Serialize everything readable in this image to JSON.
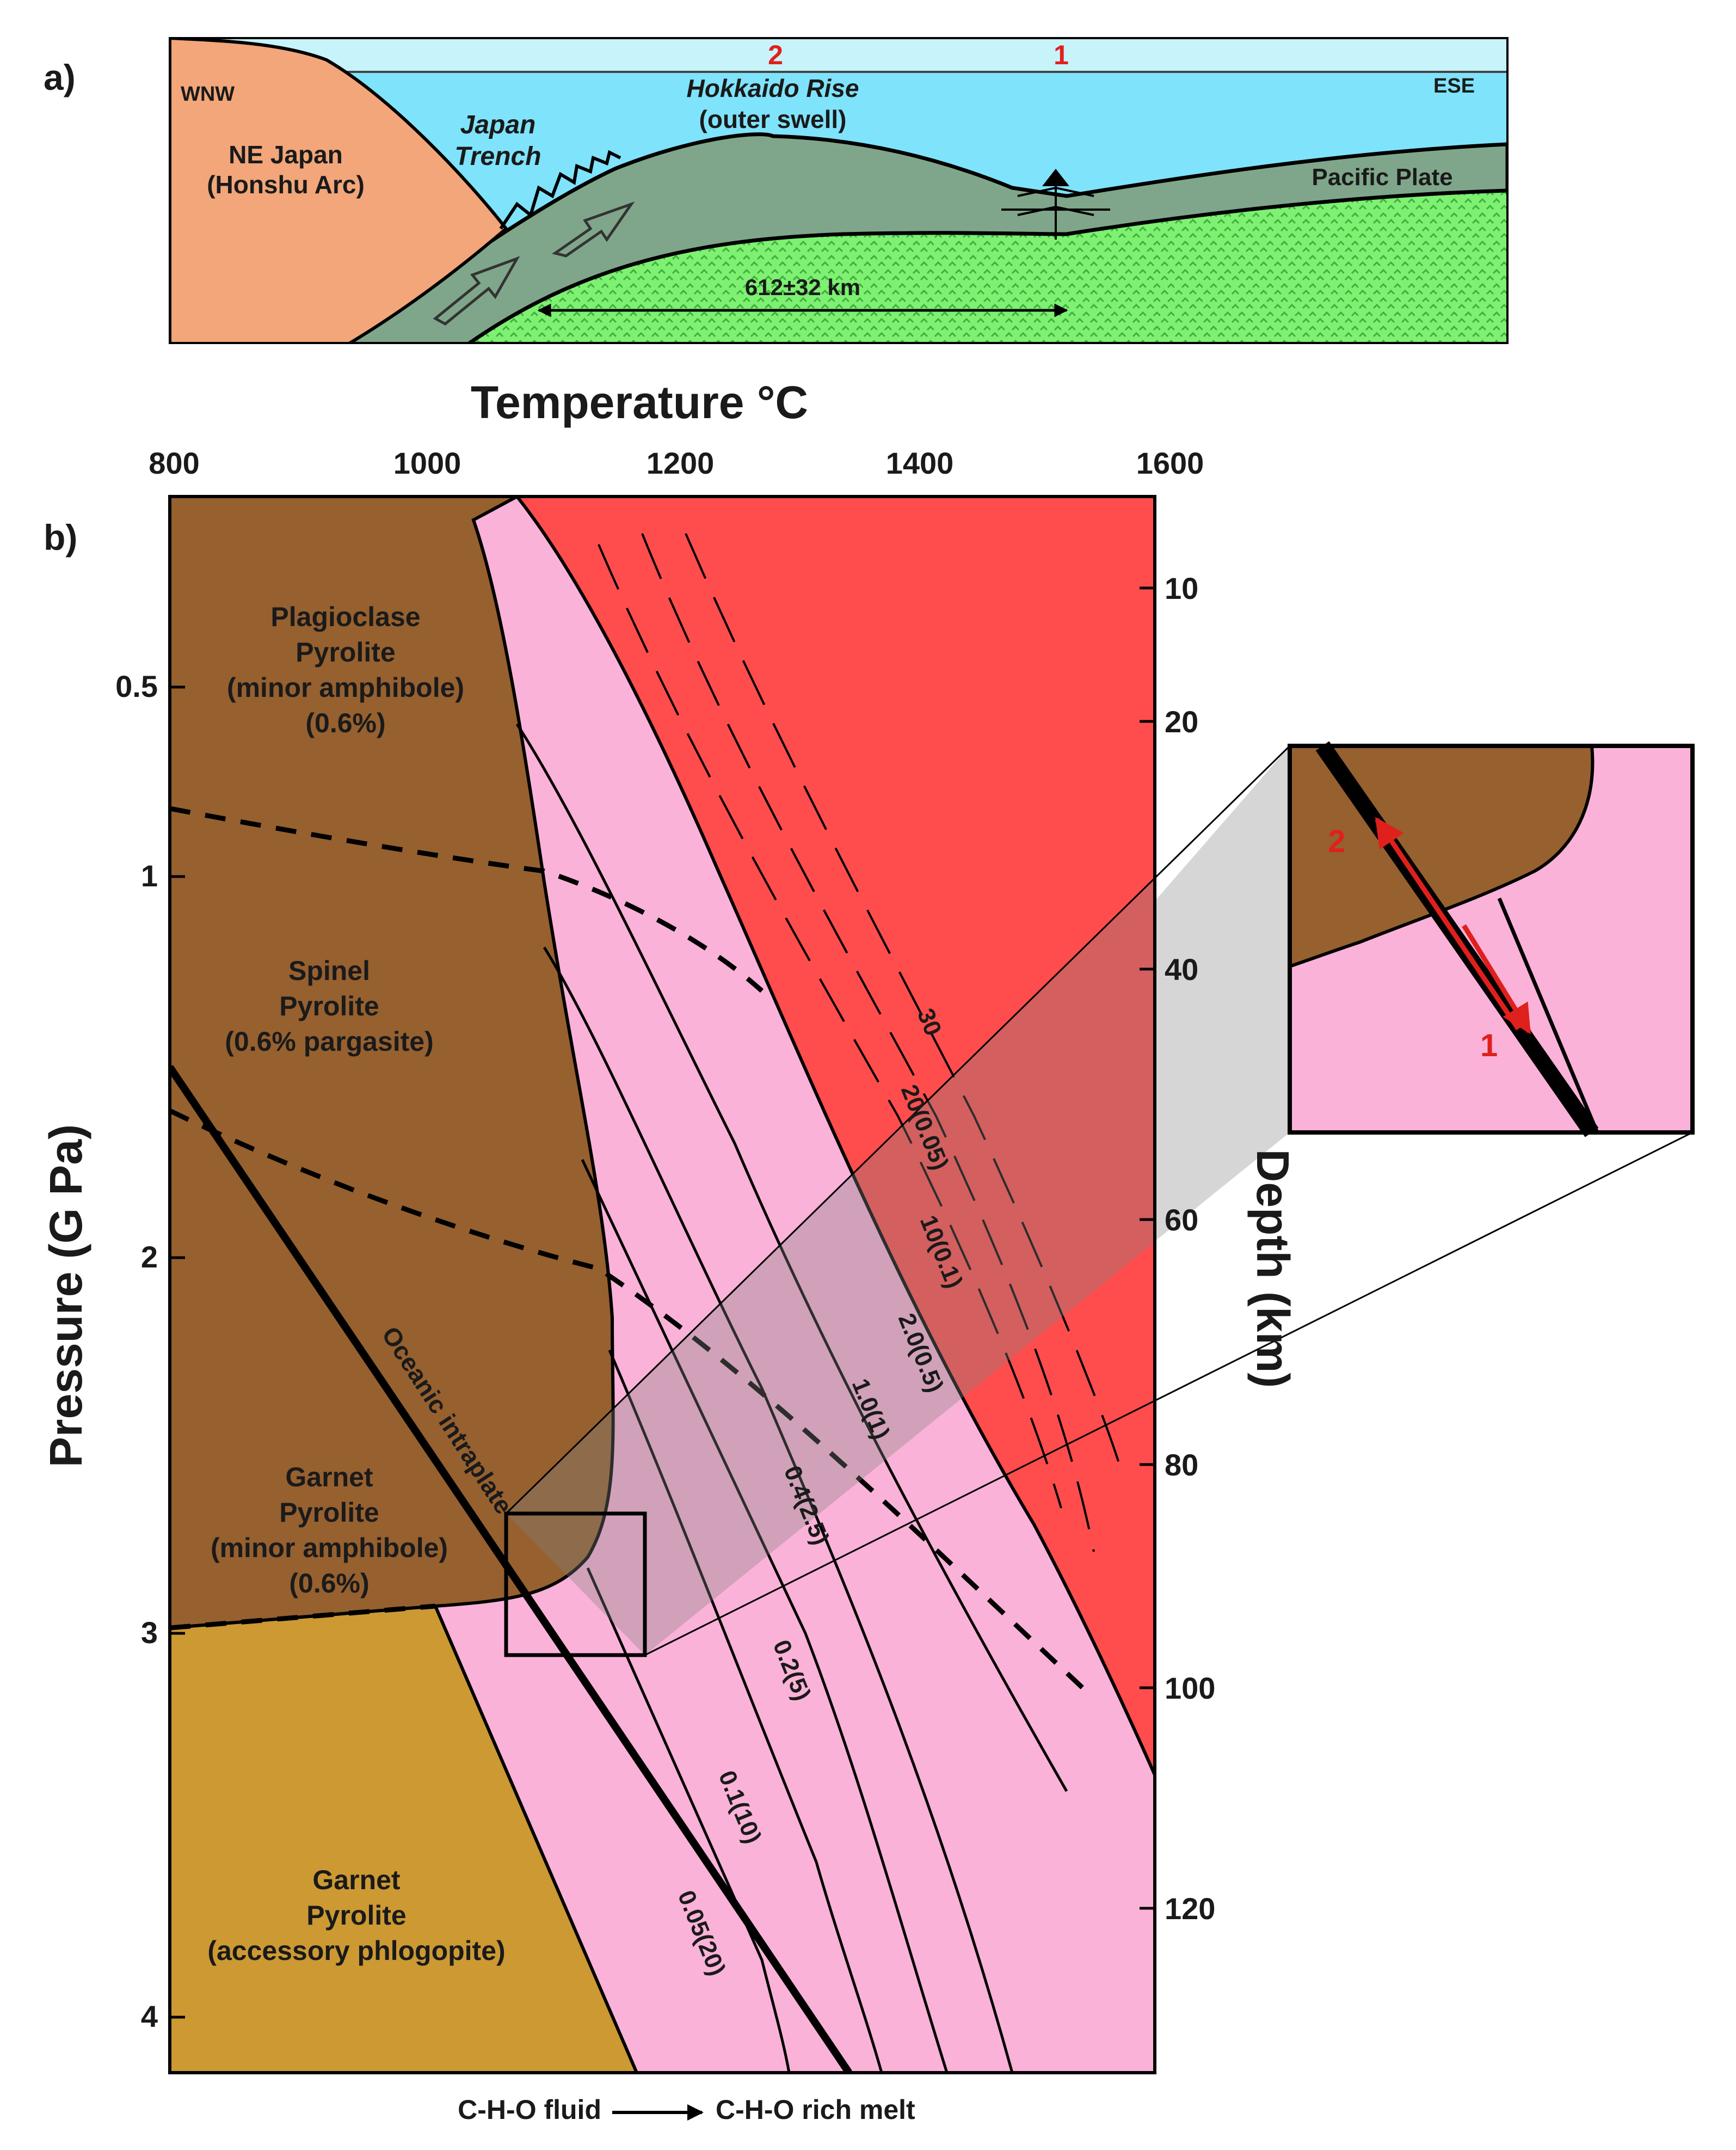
{
  "panel_a": {
    "label": "a)",
    "wnw": "WNW",
    "ese": "ESE",
    "arc_line1": "NE Japan",
    "arc_line2": "(Honshu Arc)",
    "trench_line1": "Japan",
    "trench_line2": "Trench",
    "rise_line1": "Hokkaido Rise",
    "rise_line2": "(outer swell)",
    "plate": "Pacific Plate",
    "distance": "612±32 km",
    "site2": "2",
    "site1": "1",
    "colors": {
      "sea": "#7fe3fb",
      "arc": "#f2a679",
      "plate": "#7fa68a",
      "mantle": "#7ef072",
      "sky": "#c7f3fb"
    }
  },
  "panel_b": {
    "label": "b)",
    "x_axis_title": "Temperature °C",
    "x_ticks": [
      "800",
      "1000",
      "1200",
      "1400",
      "1600"
    ],
    "y_axis_title": "Pressure (G Pa)",
    "y_ticks": [
      "0.5",
      "1",
      "2",
      "3",
      "4"
    ],
    "y2_axis_title": "Depth (km)",
    "y2_ticks": [
      "10",
      "20",
      "40",
      "60",
      "80",
      "100",
      "120"
    ],
    "fields": {
      "plagioclase": [
        "Plagioclase",
        "Pyrolite",
        "(minor amphibole)",
        "(0.6%)"
      ],
      "spinel": [
        "Spinel",
        "Pyrolite",
        "(0.6% pargasite)"
      ],
      "garnet_amph": [
        "Garnet",
        "Pyrolite",
        "(minor amphibole)",
        "(0.6%)"
      ],
      "garnet_phlog": [
        "Garnet",
        "Pyrolite",
        "(accessory phlogopite)"
      ]
    },
    "geotherm_label": "Oceanic intraplate",
    "isopleths": [
      "30",
      "20(0.05)",
      "10(0.1)",
      "2.0(0.5)",
      "1.0(1)",
      "0.4(2.5)",
      "0.2(5)",
      "0.1(10)",
      "0.05(20)"
    ],
    "bottom_left": "C-H-O fluid",
    "bottom_right": "C-H-O rich melt",
    "inset": {
      "site2": "2",
      "site1": "1"
    },
    "colors": {
      "subsolidus": "#96602f",
      "phlogopite": "#cc9933",
      "melt_pink": "#fbb2d8",
      "melt_red": "#ff4d4d"
    }
  }
}
